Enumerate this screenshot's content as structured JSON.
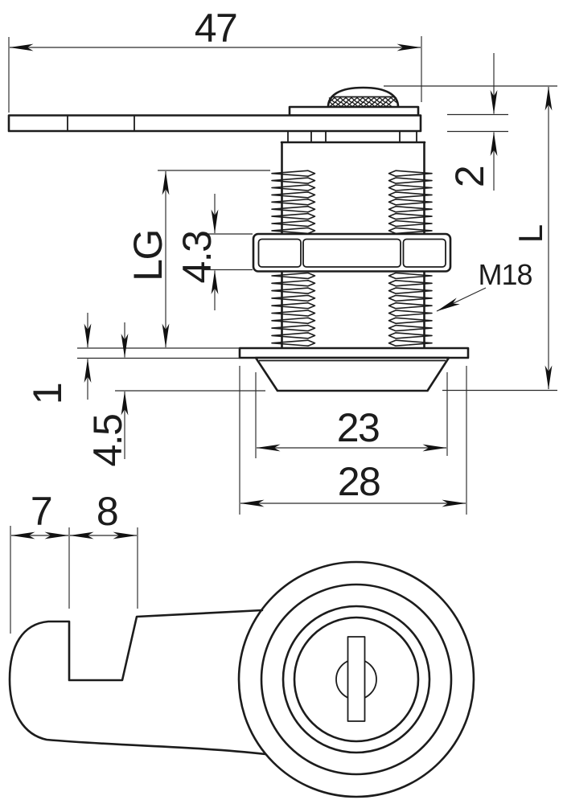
{
  "colors": {
    "background": "#ffffff",
    "outline": "#1c1c1c",
    "dimension_line": "#2a2a2a"
  },
  "dimensions": {
    "cam_length": {
      "label": "47"
    },
    "cam_thickness": {
      "label": "2"
    },
    "housing_length": {
      "label": "L"
    },
    "thread": {
      "label": "M18"
    },
    "thread_length": {
      "label": "LG"
    },
    "nut_height": {
      "label": "4.3"
    },
    "flange_thickness": {
      "label": "1"
    },
    "head_height": {
      "label": "4.5"
    },
    "head_diameter": {
      "label": "23"
    },
    "flange_diameter": {
      "label": "28"
    },
    "cam_nose_width": {
      "label": "7"
    },
    "cam_slot_width": {
      "label": "8"
    }
  }
}
